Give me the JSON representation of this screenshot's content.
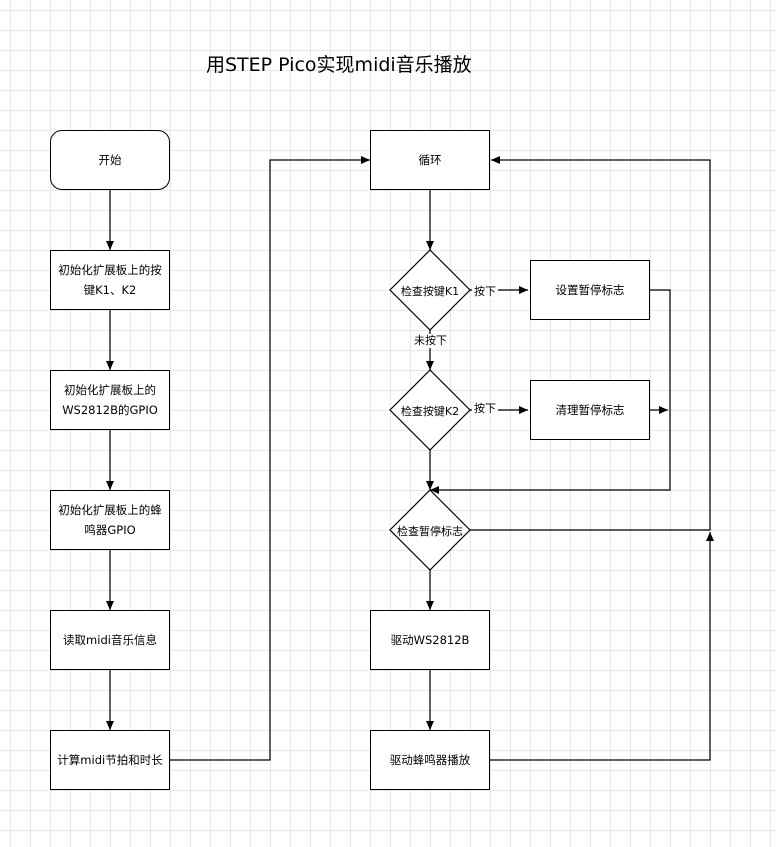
{
  "title": "用STEP Pico实现midi音乐播放",
  "nodes": {
    "start": "开始",
    "init_keys": "初始化扩展板上的按键K1、K2",
    "init_ws": "初始化扩展板上的WS2812B的GPIO",
    "init_buzzer": "初始化扩展板上的蜂鸣器GPIO",
    "read_midi": "读取midi音乐信息",
    "calc_midi": "计算midi节拍和时长",
    "loop": "循环",
    "check_k1": "检查按键K1",
    "check_k2": "检查按键K2",
    "check_pause": "检查暂停标志",
    "set_pause": "设置暂停标志",
    "clear_pause": "清理暂停标志",
    "drive_ws": "驱动WS2812B",
    "drive_buzzer": "驱动蜂鸣器播放"
  },
  "edges": {
    "k1_pressed": "按下",
    "k1_not_pressed": "未按下",
    "k2_pressed": "按下"
  }
}
